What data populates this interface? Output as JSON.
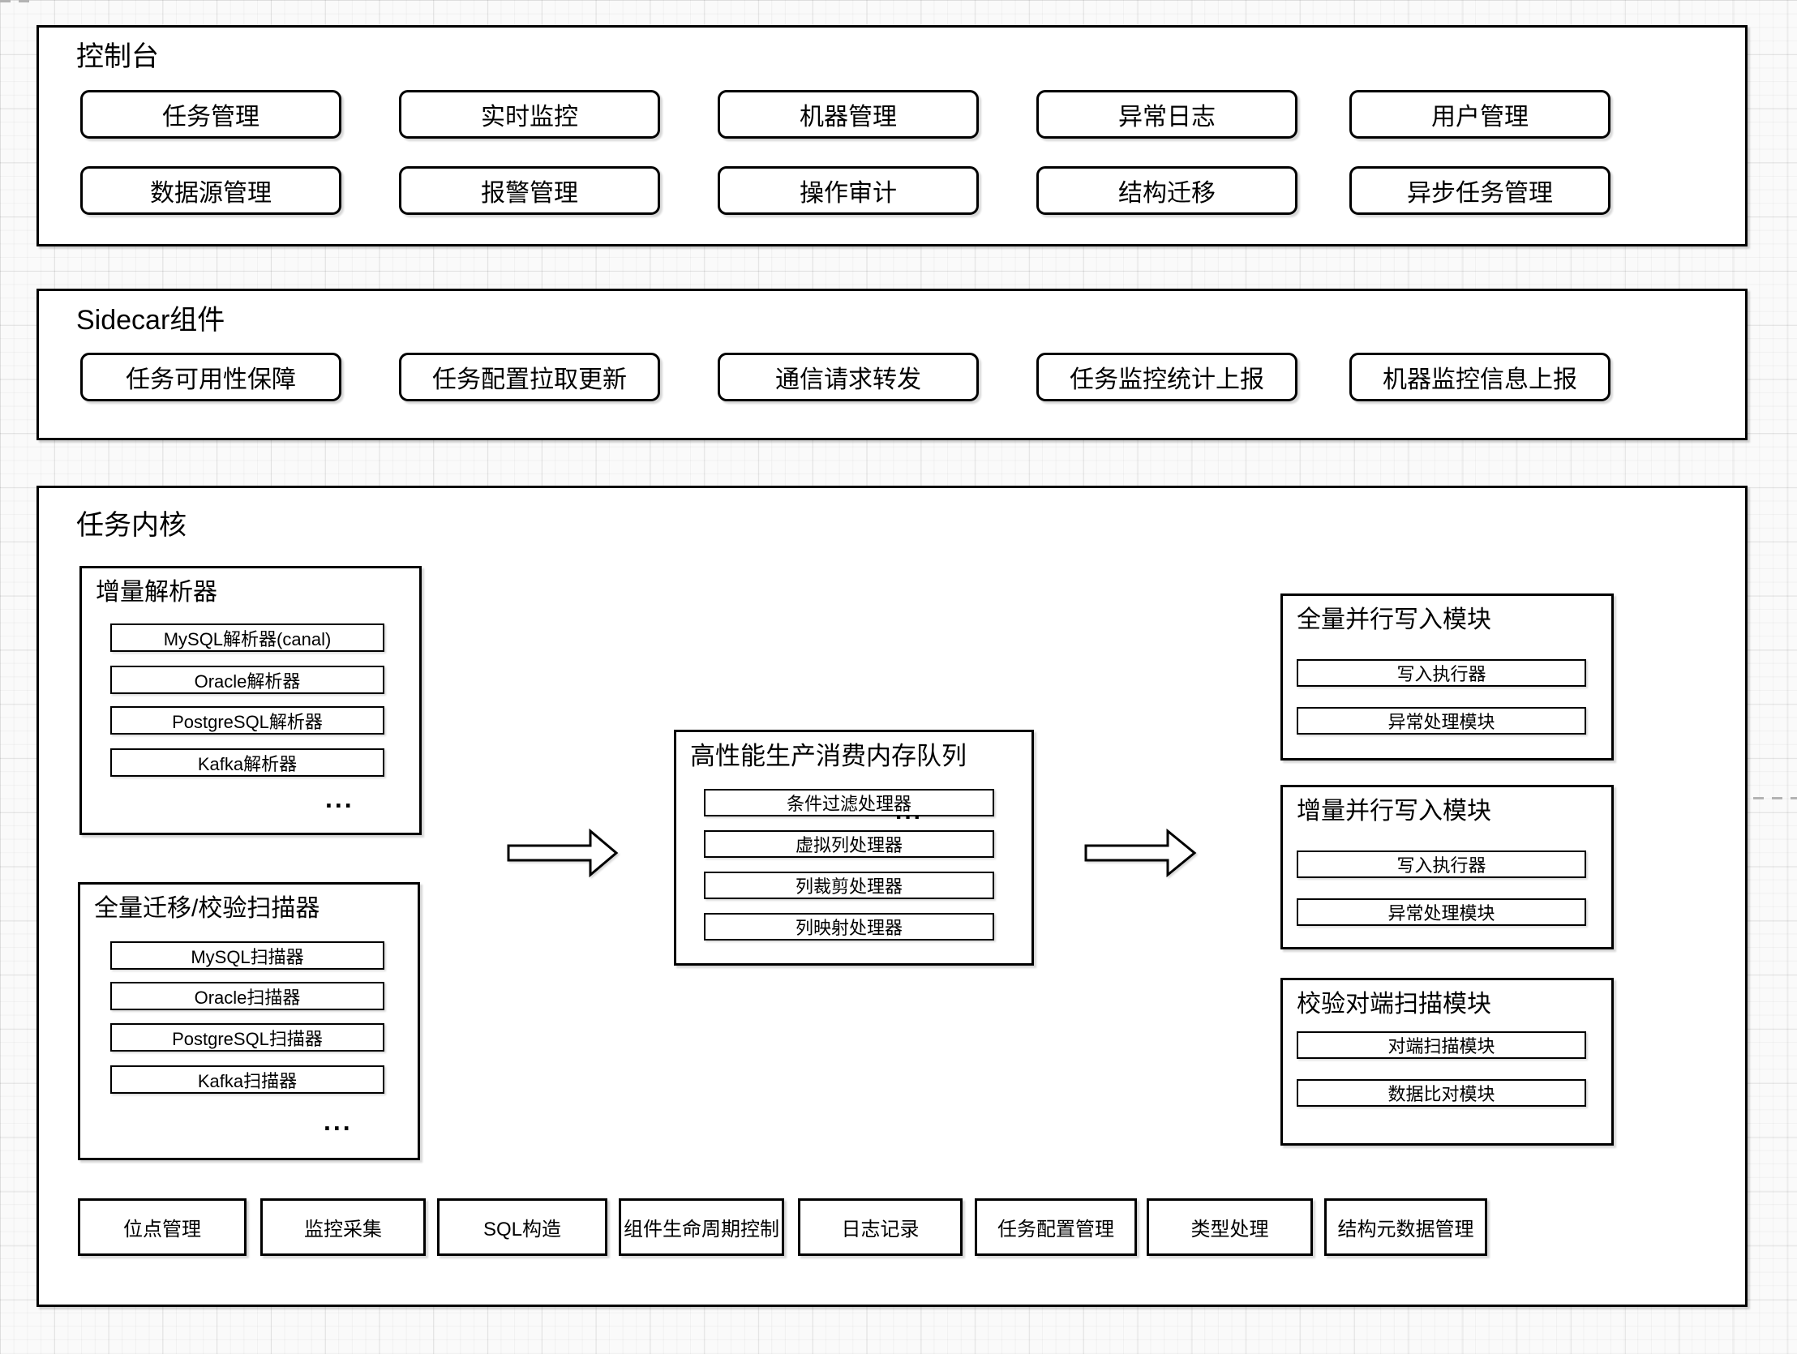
{
  "colors": {
    "stroke": "#000000",
    "shape_fill": "#ffffff",
    "grid": "#e6e6e6"
  },
  "console": {
    "title": "控制台",
    "row1": [
      "任务管理",
      "实时监控",
      "机器管理",
      "异常日志",
      "用户管理"
    ],
    "row2": [
      "数据源管理",
      "报警管理",
      "操作审计",
      "结构迁移",
      "异步任务管理"
    ]
  },
  "sidecar": {
    "title": "Sidecar组件",
    "row": [
      "任务可用性保障",
      "任务配置拉取更新",
      "通信请求转发",
      "任务监控统计上报",
      "机器监控信息上报"
    ]
  },
  "kernel": {
    "title": "任务内核",
    "parser": {
      "title": "增量解析器",
      "items": [
        "MySQL解析器(canal)",
        "Oracle解析器",
        "PostgreSQL解析器",
        "Kafka解析器"
      ],
      "more": "..."
    },
    "scanner": {
      "title": "全量迁移/校验扫描器",
      "items": [
        "MySQL扫描器",
        "Oracle扫描器",
        "PostgreSQL扫描器",
        "Kafka扫描器"
      ],
      "more": "..."
    },
    "queue": {
      "title": "高性能生产消费内存队列",
      "items": [
        "条件过滤处理器",
        "虚拟列处理器",
        "列裁剪处理器",
        "列映射处理器"
      ],
      "more": "..."
    },
    "fullWriter": {
      "title": "全量并行写入模块",
      "items": [
        "写入执行器",
        "异常处理模块"
      ]
    },
    "incrWriter": {
      "title": "增量并行写入模块",
      "items": [
        "写入执行器",
        "异常处理模块"
      ]
    },
    "checkScanner": {
      "title": "校验对端扫描模块",
      "items": [
        "对端扫描模块",
        "数据比对模块"
      ]
    },
    "bottom": [
      "位点管理",
      "监控采集",
      "SQL构造",
      "组件生命周期控制",
      "日志记录",
      "任务配置管理",
      "类型处理",
      "结构元数据管理"
    ]
  }
}
